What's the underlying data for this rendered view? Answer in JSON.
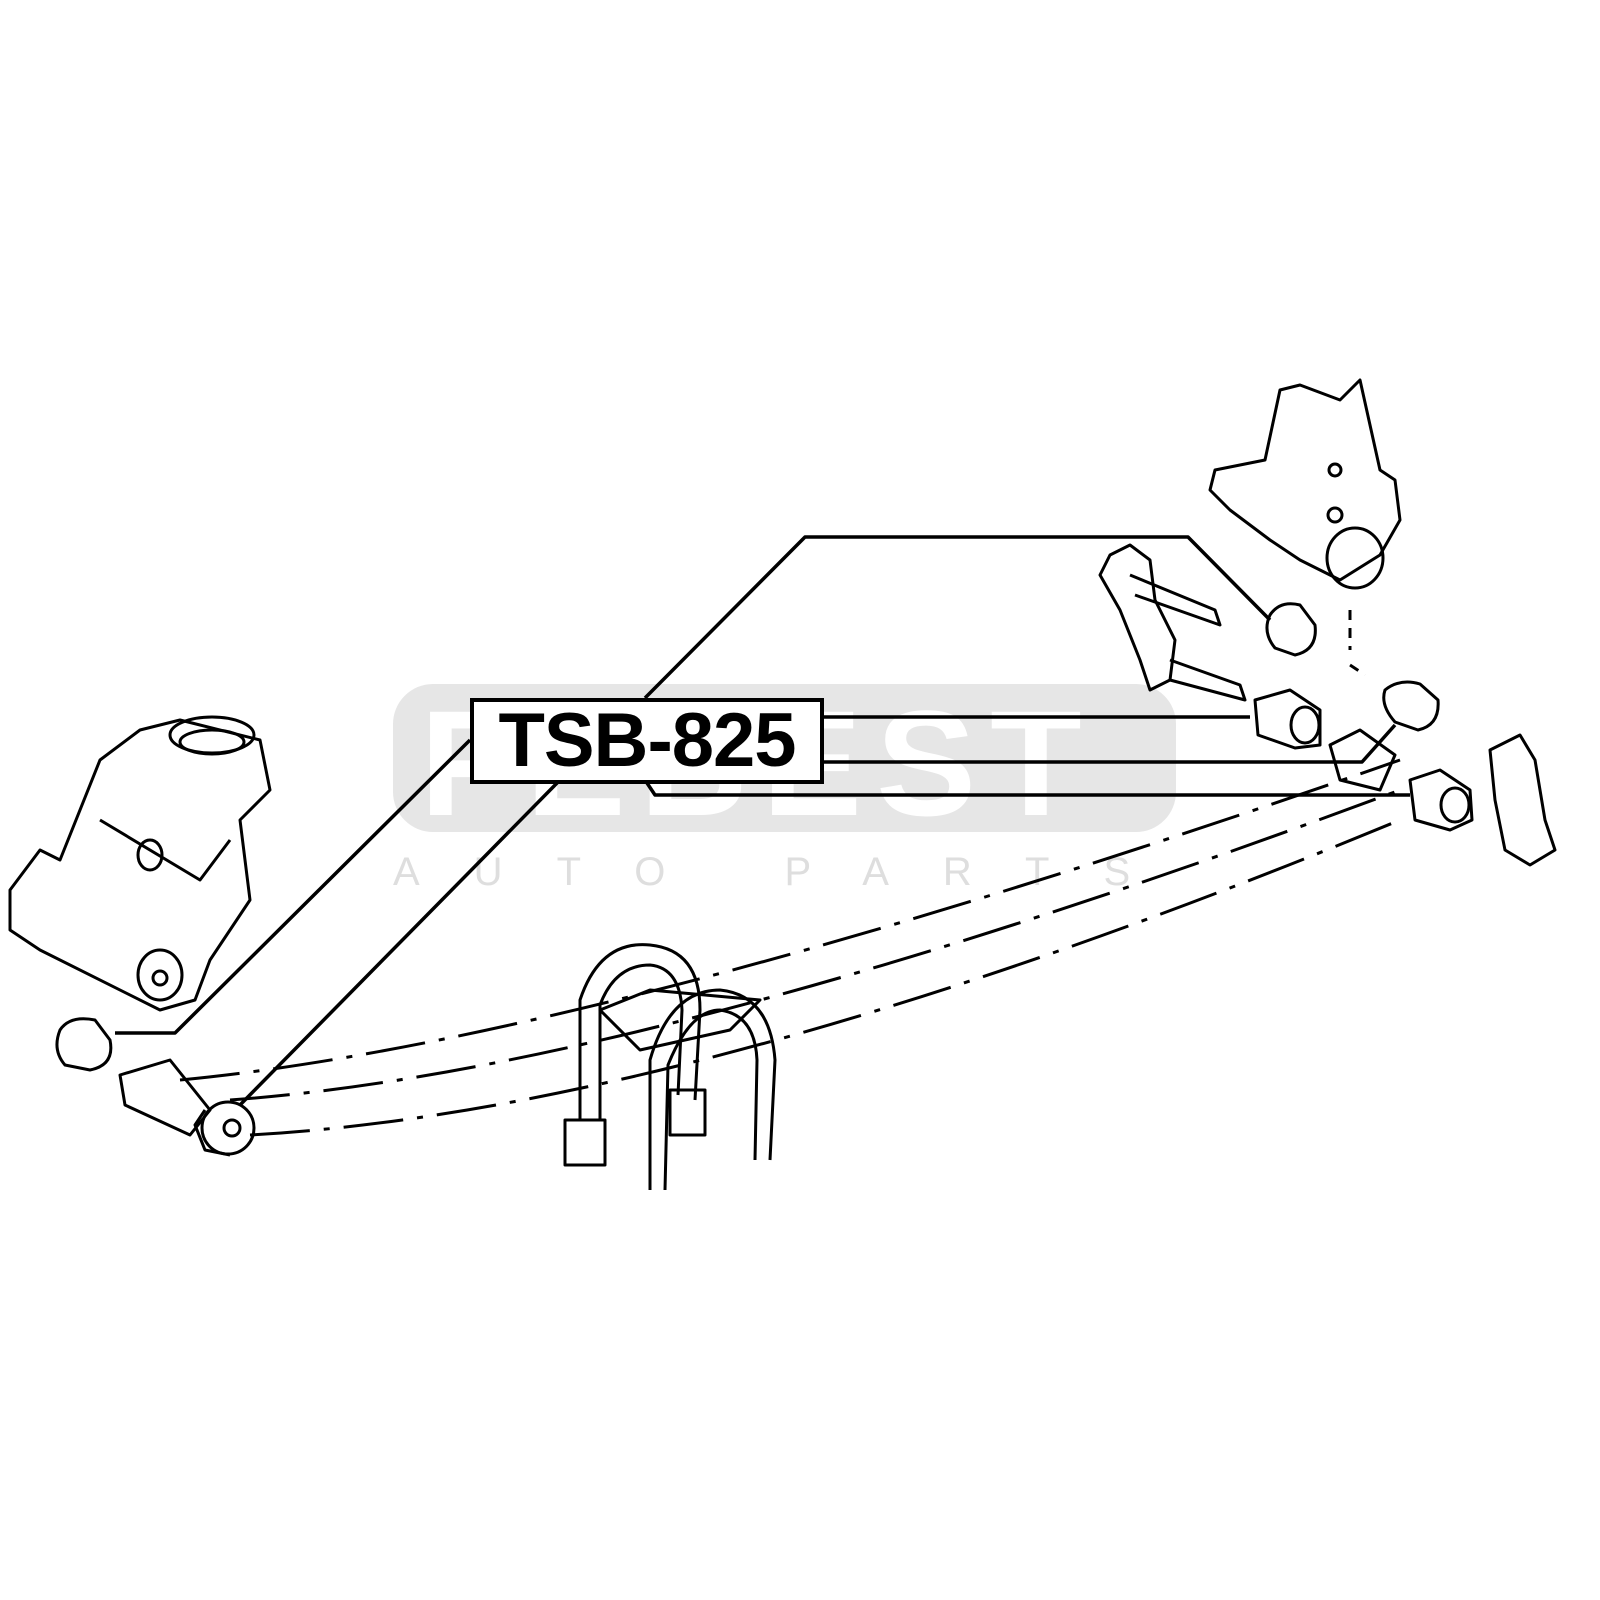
{
  "part_number": "TSB-825",
  "watermark": {
    "brand": "FEBEST",
    "tagline": "AUTO PARTS"
  },
  "colors": {
    "line": "#000000",
    "watermark_bg": "#e6e6e6"
  }
}
